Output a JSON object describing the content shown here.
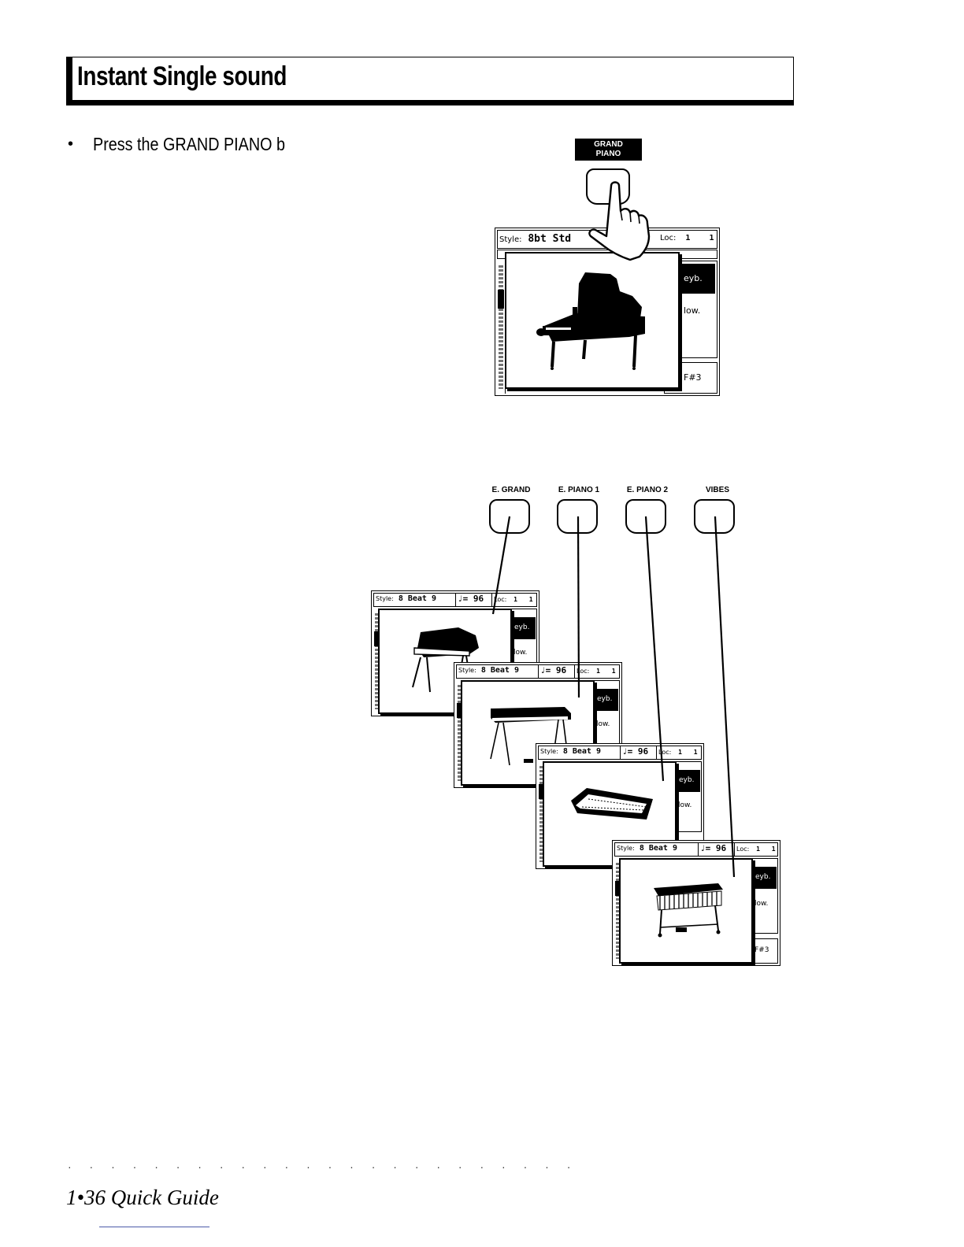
{
  "section": {
    "title": "Instant Single sound"
  },
  "steps": [
    {
      "bullet": "•",
      "text": "Press the GRAND PIANO b"
    }
  ],
  "grand_piano_button": {
    "label_line1": "GRAND",
    "label_line2": "PIANO"
  },
  "main_screen": {
    "style_label": "Style:",
    "style_value": "8bt Std",
    "loc_label": "Loc:",
    "loc_val1": "1",
    "loc_val2": "1",
    "right_upper": "eyb.",
    "right_middle": "low.",
    "right_lower": "F#3",
    "instrument_icon": "grand-piano-icon"
  },
  "sound_buttons": [
    {
      "label": "E. GRAND"
    },
    {
      "label": "E. PIANO 1"
    },
    {
      "label": "E. PIANO 2"
    },
    {
      "label": "VIBES"
    }
  ],
  "cascade_screens": [
    {
      "style_label": "Style:",
      "style_value": "8 Beat 9",
      "tempo": "♩= 96",
      "loc_label": "Loc:",
      "loc_val1": "1",
      "loc_val2": "1",
      "right_upper": "eyb.",
      "right_middle": "low.",
      "instrument_icon": "electric-grand-icon"
    },
    {
      "style_label": "Style:",
      "style_value": "8 Beat 9",
      "tempo": "♩= 96",
      "loc_label": "Loc:",
      "loc_val1": "1",
      "loc_val2": "1",
      "right_upper": "eyb.",
      "right_middle": "low.",
      "instrument_icon": "electric-piano-icon"
    },
    {
      "style_label": "Style:",
      "style_value": "8 Beat 9",
      "tempo": "♩= 96",
      "loc_label": "Loc:",
      "loc_val1": "1",
      "loc_val2": "1",
      "right_upper": "eyb.",
      "right_middle": "low.",
      "instrument_icon": "keyboard-icon"
    },
    {
      "style_label": "Style:",
      "style_value": "8 Beat 9",
      "tempo": "♩= 96",
      "loc_label": "Loc:",
      "loc_val1": "1",
      "loc_val2": "1",
      "right_upper": "eyb.",
      "right_middle": "low.",
      "right_lower": "F#3",
      "instrument_icon": "vibraphone-icon"
    }
  ],
  "footer": {
    "dots": "· · · · · · · · · · · · · · · · · · · · · · · ·",
    "page_label": "1•36  Quick Guide"
  }
}
